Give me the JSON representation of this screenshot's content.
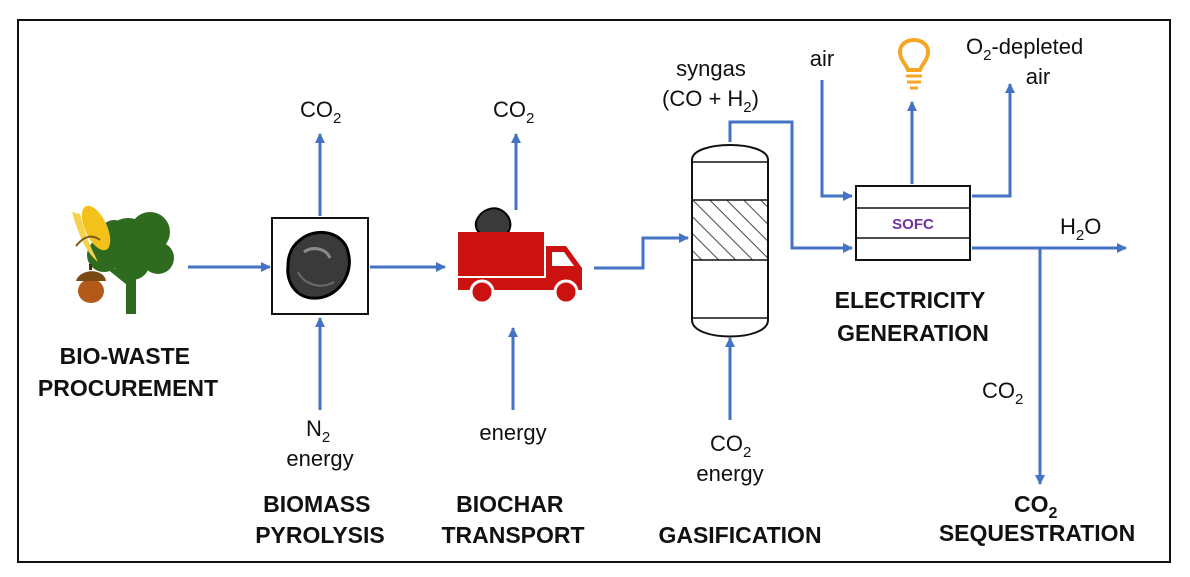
{
  "stages": {
    "procurement": [
      "BIO-WASTE",
      "PROCUREMENT"
    ],
    "pyrolysis": [
      "BIOMASS",
      "PYROLYSIS"
    ],
    "transport": [
      "BIOCHAR",
      "TRANSPORT"
    ],
    "gasification": [
      "GASIFICATION"
    ],
    "electricity": [
      "ELECTRICITY",
      "GENERATION"
    ],
    "sequestration": {
      "co": "CO",
      "sub": "2",
      "word": "SEQUESTRATION"
    }
  },
  "flows": {
    "co2": "CO",
    "sub2": "2",
    "n2": "N",
    "energy": "energy",
    "syngas": "syngas",
    "syngas_paren_open": "(CO + H",
    "syngas_paren_close": ")",
    "air": "air",
    "o2_depleted_o": "O",
    "o2_depleted_rest": "-depleted",
    "o2_depleted_air": "air",
    "h2o_h": "H",
    "h2o_o": "O",
    "sofc": "SOFC"
  },
  "colors": {
    "arrow": "#4472c4",
    "truck": "#cc1111",
    "bulb": "#f5a623",
    "sofc_text": "#7030a0",
    "tree": "#2e6b1f",
    "corn": "#f2c21a"
  },
  "icons": [
    "tree-icon",
    "corn-icon",
    "acorn-icon",
    "biochar-rock-icon",
    "truck-icon",
    "lightbulb-icon"
  ]
}
